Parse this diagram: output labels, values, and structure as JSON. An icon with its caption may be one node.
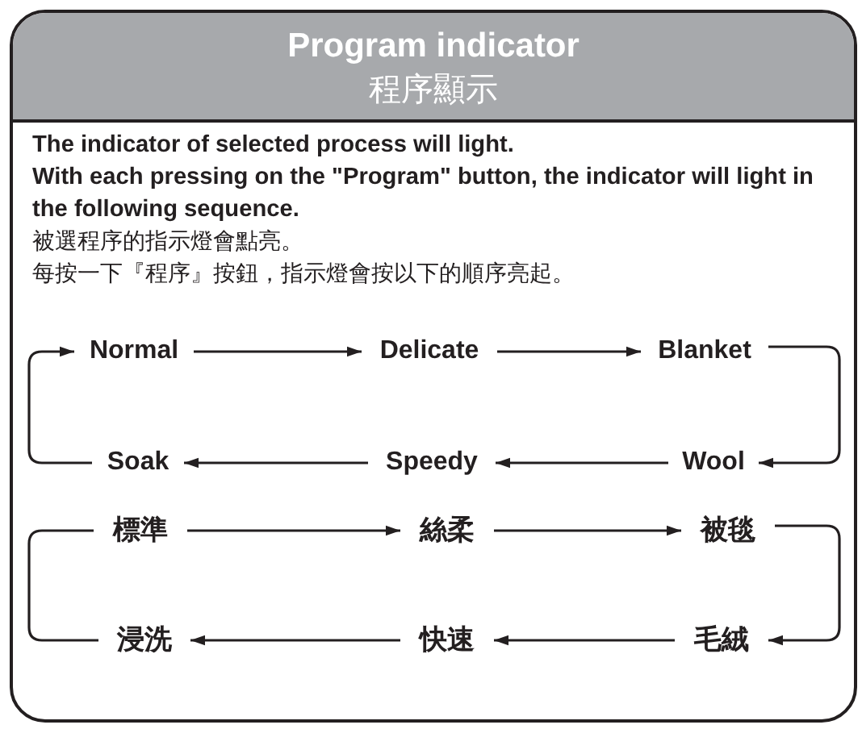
{
  "diagram": {
    "nodes": [
      {
        "text": [
          "Program indicator",
          "程序顯示",
          "The indicator of selected process will light.",
          "With each pressing on the \"Program\" button, the indicator will light in the following sequence.",
          "被選程序的指示燈會點亮。",
          "每按一下『程序』按鈕，指示燈會按以下的順序亮起。"
        ]
      },
      {
        "text": [
          "Normal"
        ],
        "in": 0
      },
      {
        "text": [
          "Delicate"
        ],
        "in": 0
      },
      {
        "text": [
          "Blanket"
        ],
        "in": 0
      },
      {
        "text": [
          "Soak"
        ],
        "in": 0
      },
      {
        "text": [
          "Speedy"
        ],
        "in": 0
      },
      {
        "text": [
          "Wool"
        ],
        "in": 0
      },
      {
        "text": [
          "標準"
        ],
        "in": 0
      },
      {
        "text": [
          "絲柔"
        ],
        "in": 0
      },
      {
        "text": [
          "被毯"
        ],
        "in": 0
      },
      {
        "text": [
          "浸洗"
        ],
        "in": 0
      },
      {
        "text": [
          "快速"
        ],
        "in": 0
      },
      {
        "text": [
          "毛絨"
        ],
        "in": 0
      }
    ],
    "edges": [
      {
        "from": 1,
        "to": 2,
        "arrow": "to"
      },
      {
        "from": 2,
        "to": 3,
        "arrow": "to"
      },
      {
        "from": 3,
        "to": 6,
        "arrow": "to"
      },
      {
        "from": 6,
        "to": 5,
        "arrow": "to"
      },
      {
        "from": 5,
        "to": 4,
        "arrow": "to"
      },
      {
        "from": 4,
        "to": 1,
        "arrow": "to"
      },
      {
        "from": 7,
        "to": 8,
        "arrow": "to"
      },
      {
        "from": 8,
        "to": 9,
        "arrow": "to"
      },
      {
        "from": 9,
        "to": 12,
        "arrow": "to"
      },
      {
        "from": 12,
        "to": 11,
        "arrow": "to"
      },
      {
        "from": 11,
        "to": 10,
        "arrow": "to"
      },
      {
        "from": 10,
        "to": 7,
        "arrow": "none"
      }
    ]
  }
}
